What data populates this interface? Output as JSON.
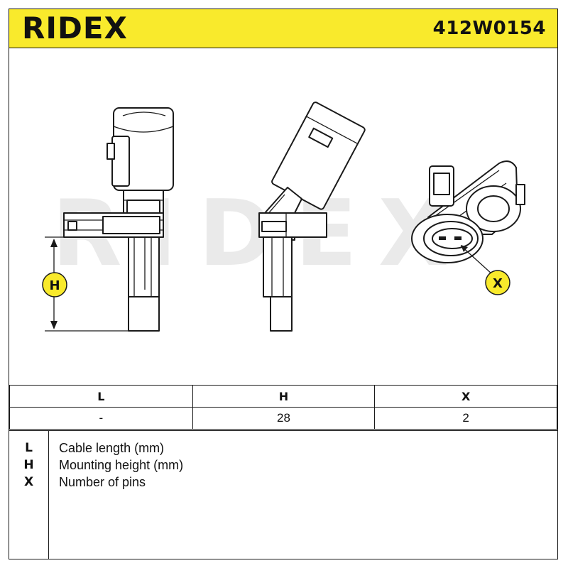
{
  "header": {
    "brand": "RIDEX",
    "part_number": "412W0154"
  },
  "drawing": {
    "watermark": "RIDEX",
    "dimension_label": "H",
    "connector_label": "X"
  },
  "spec_table": {
    "columns": [
      "L",
      "H",
      "X"
    ],
    "values": [
      "-",
      "28",
      "2"
    ]
  },
  "legend": [
    {
      "key": "L",
      "text": "Cable length (mm)"
    },
    {
      "key": "H",
      "text": "Mounting height (mm)"
    },
    {
      "key": "X",
      "text": "Number of pins"
    }
  ],
  "colors": {
    "header_bg": "#f9ea2c",
    "marker_bg": "#f9ea2c",
    "line": "#1a1a1a"
  }
}
